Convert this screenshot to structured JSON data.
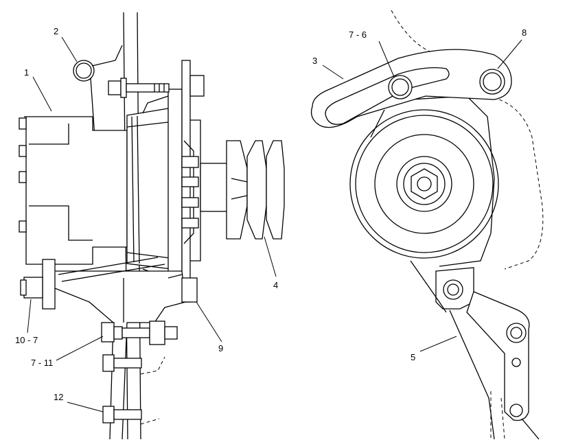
{
  "callouts": {
    "c1": "1",
    "c2": "2",
    "c3": "3",
    "c4": "4",
    "c5": "5",
    "c7_6": "7 - 6",
    "c8": "8",
    "c9": "9",
    "c10_7": "10 - 7",
    "c7_11": "7 - 11",
    "c12": "12"
  }
}
